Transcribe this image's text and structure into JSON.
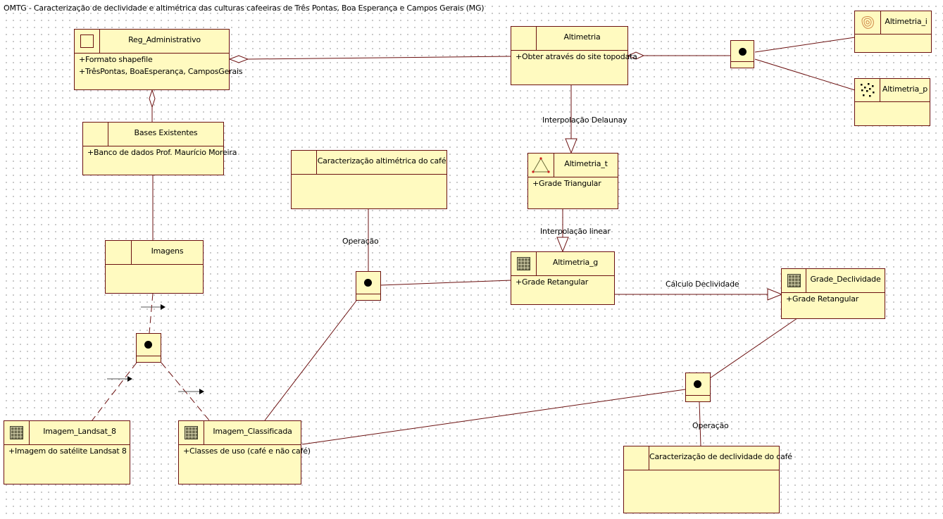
{
  "title": "OMTG - Caracterização de declividade e altimétrica das culturas cafeeiras de Três Pontas, Boa Esperança e Campos Gerais (MG)",
  "colors": {
    "class_fill": "#fffac0",
    "line": "#6b1010",
    "grid_dot": "#b8b8b8"
  },
  "classes": {
    "reg_administrativo": {
      "name": "Reg_Administrativo",
      "icon": "polygon-square-icon",
      "attributes": [
        "+Formato shapefile",
        "+TrêsPontas, BoaEsperança, CamposGerais"
      ]
    },
    "altimetria": {
      "name": "Altimetria",
      "icon": "none",
      "attributes": [
        "+Obter através do site topodata"
      ]
    },
    "altimetria_i": {
      "name": "Altimetria_i",
      "icon": "isolines-icon",
      "attributes": []
    },
    "altimetria_p": {
      "name": "Altimetria_p",
      "icon": "sample-points-icon",
      "attributes": []
    },
    "bases_existentes": {
      "name": "Bases Existentes",
      "icon": "none",
      "attributes": [
        "+Banco de dados Prof. Maurício Moreira"
      ]
    },
    "caracterizacao_altimetrica": {
      "name": "Caracterização altimétrica do café",
      "icon": "none",
      "attributes": []
    },
    "altimetria_t": {
      "name": "Altimetria_t",
      "icon": "tin-triangle-icon",
      "attributes": [
        "+Grade Triangular"
      ]
    },
    "imagens": {
      "name": "Imagens",
      "icon": "none",
      "attributes": []
    },
    "altimetria_g": {
      "name": "Altimetria_g",
      "icon": "grid-icon",
      "attributes": [
        "+Grade Retangular"
      ]
    },
    "grade_declividade": {
      "name": "Grade_Declividade",
      "icon": "grid-icon",
      "attributes": [
        "+Grade Retangular"
      ]
    },
    "imagem_landsat": {
      "name": "Imagem_Landsat_8",
      "icon": "grid-icon",
      "attributes": [
        "+Imagem do satélite Landsat 8"
      ]
    },
    "imagem_classificada": {
      "name": "Imagem_Classificada",
      "icon": "grid-icon",
      "attributes": [
        "+Classes de uso (café e não café)"
      ]
    },
    "caracterizacao_declividade": {
      "name": "Caracterização de declividade do café",
      "icon": "none",
      "attributes": []
    }
  },
  "labels": {
    "interpolacao_delaunay": "Interpolação Delaunay",
    "interpolacao_linear": "Interpolação linear",
    "calculo_declividade": "Cálculo Declividade",
    "operacao_1": "Operação",
    "operacao_2": "Operação"
  }
}
